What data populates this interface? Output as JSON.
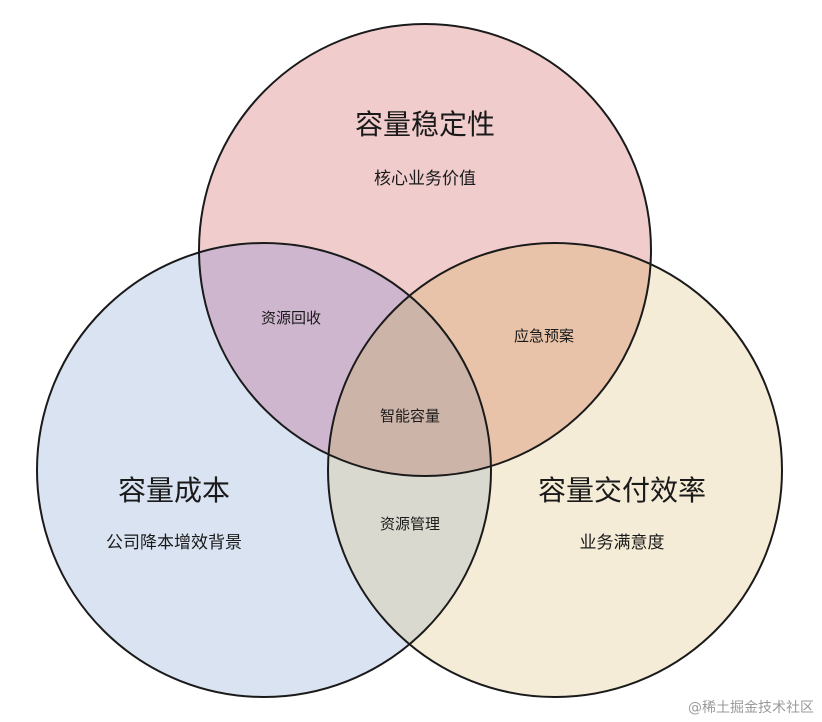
{
  "circles": [
    {
      "id": "stability",
      "title": "容量稳定性",
      "subtitle": "核心业务价值",
      "color": "#f0cccc"
    },
    {
      "id": "cost",
      "title": "容量成本",
      "subtitle": "公司降本增效背景",
      "color": "#d9e3f2"
    },
    {
      "id": "delivery",
      "title": "容量交付效率",
      "subtitle": "业务满意度",
      "color": "#f4ecd6"
    }
  ],
  "overlaps": {
    "stability_cost": "资源回收",
    "stability_delivery": "应急预案",
    "cost_delivery": "资源管理",
    "center": "智能容量"
  },
  "colors": {
    "stability_cost": "#cfb6cf",
    "stability_delivery": "#e8c3a9",
    "cost_delivery": "#dad9cf",
    "center": "#cdb4a9",
    "stroke": "#1a1a1a"
  },
  "watermark": "@稀土掘金技术社区"
}
